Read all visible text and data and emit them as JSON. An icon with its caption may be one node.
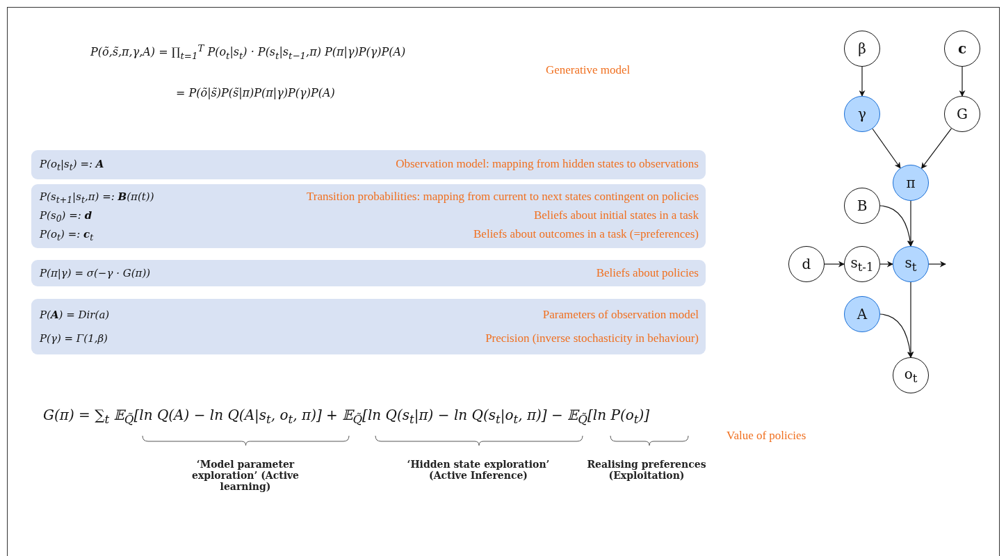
{
  "diagram": {
    "nodes": [
      {
        "text": [
          "P(o$_{t}$|s$_{t}$) =: **A**",
          "Observation model: mapping from hidden states to observations"
        ]
      },
      {
        "text": [
          "P(s$_{t+1}$|s$_{t}$,π) =: **B**(π(t))",
          "Transition probabilities: mapping from current to next states contingent on policies",
          "P(s$_{0}$) =: **d**",
          "Beliefs about initial states in a task",
          "P(o$_{t}$) =: **c**$_{t}$",
          "Beliefs about outcomes in a task (=preferences)"
        ]
      },
      {
        "text": [
          "P(π|γ) = σ(−γ · G(π))",
          "Beliefs about policies"
        ]
      },
      {
        "text": [
          "P(**A**) = Dir(a)",
          "Parameters of observation model",
          "P(γ) = Γ(1,β)",
          "Precision (inverse stochasticity in behaviour)"
        ]
      },
      {
        "text": [
          "β"
        ]
      },
      {
        "text": [
          "c"
        ]
      },
      {
        "text": [
          "γ"
        ]
      },
      {
        "text": [
          "G"
        ]
      },
      {
        "text": [
          "π"
        ]
      },
      {
        "text": [
          "B"
        ]
      },
      {
        "text": [
          "d"
        ]
      },
      {
        "text": [
          "s$_{t-1}$"
        ]
      },
      {
        "text": [
          "s$_{t}$"
        ]
      },
      {
        "text": [
          "A"
        ]
      },
      {
        "text": [
          "o$_{t}$"
        ]
      }
    ],
    "edges": [
      {
        "from": 4,
        "to": 6,
        "arrow": "to"
      },
      {
        "from": 5,
        "to": 7,
        "arrow": "to"
      },
      {
        "from": 6,
        "to": 8,
        "arrow": "to"
      },
      {
        "from": 7,
        "to": 8,
        "arrow": "to"
      },
      {
        "from": 8,
        "to": 12,
        "arrow": "to"
      },
      {
        "from": 9,
        "to": 12,
        "arrow": "to"
      },
      {
        "from": 10,
        "to": 11,
        "arrow": "to"
      },
      {
        "from": 11,
        "to": 12,
        "arrow": "to"
      },
      {
        "from": 12,
        "to": null,
        "arrow": "to"
      },
      {
        "from": 12,
        "to": 14,
        "arrow": "to"
      },
      {
        "from": 13,
        "to": 14,
        "arrow": "to"
      }
    ],
    "labels": [
      "P(õ,s̃,π,γ,A) = ∏$_{t=1}$$^{T}$ P(o$_{t}$|s$_{t}$) · P(s$_{t}$|s$_{t−1}$,π) P(π|γ)P(γ)P(A)",
      "Generative model",
      "= P(õ|s̃)P(s̃|π)P(π|γ)P(γ)P(A)",
      "G(π) = ∑$_{t}$ 𝔼$_{Q̃}$[ln Q(A) − ln Q(A|s$_{t}$, o$_{t}$, π)] + 𝔼$_{Q̃}$[ln Q(s$_{t}$|π) − ln Q(s$_{t}$|o$_{t}$, π)] − 𝔼$_{Q̃}$[ln P(o$_{t}$)]",
      "Value of policies",
      "‘Model parameter exploration’ (Active learning)",
      "‘Hidden state exploration’ (Active Inference)",
      "Realising preferences (Exploitation)"
    ]
  }
}
